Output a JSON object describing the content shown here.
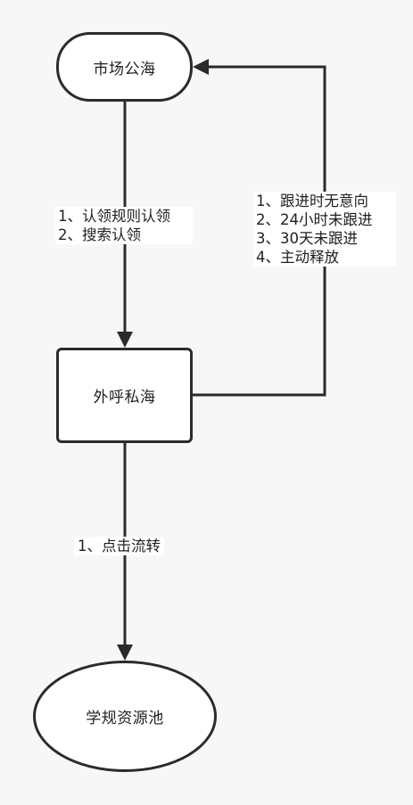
{
  "nodes": {
    "public_pool": "市场公海",
    "private_pool": "外呼私海",
    "learning_pool": "学规资源池"
  },
  "edges": {
    "claim": {
      "lines": [
        "1、认领规则认领",
        "2、搜索认领"
      ]
    },
    "release": {
      "lines": [
        "1、跟进时无意向",
        "2、24小时未跟进",
        "3、30天未跟进",
        "4、主动释放"
      ]
    },
    "transfer": {
      "lines": [
        "1、点击流转"
      ]
    }
  },
  "colors": {
    "background": "#f7f7f7",
    "node_fill": "#ffffff",
    "stroke": "#2b2b2b"
  }
}
